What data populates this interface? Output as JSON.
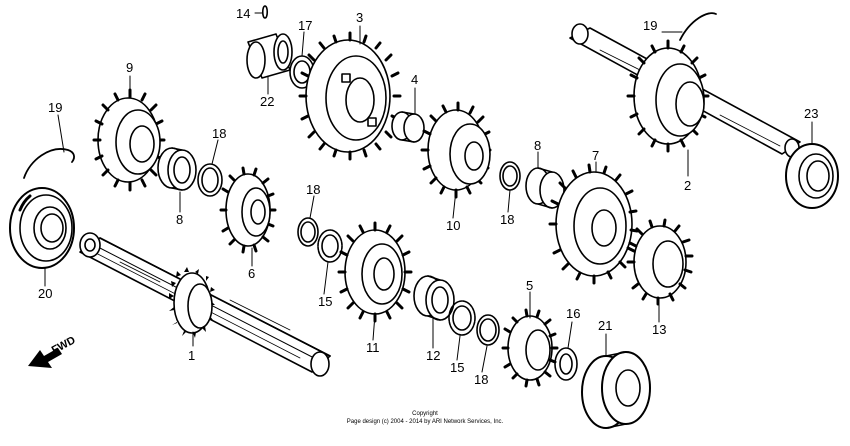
{
  "diagram": {
    "part_callouts": {
      "p1": "1",
      "p2": "2",
      "p3": "3",
      "p4": "4",
      "p5": "5",
      "p6": "6",
      "p7": "7",
      "p8a": "8",
      "p8b": "8",
      "p9": "9",
      "p10": "10",
      "p11": "11",
      "p12": "12",
      "p13": "13",
      "p14": "14",
      "p15a": "15",
      "p15b": "15",
      "p16": "16",
      "p17": "17",
      "p18a": "18",
      "p18b": "18",
      "p18c": "18",
      "p18d": "18",
      "p19a": "19",
      "p19b": "19",
      "p20": "20",
      "p21": "21",
      "p22": "22",
      "p23": "23"
    },
    "forward_label": "FWD",
    "copyright_line1": "Copyright",
    "copyright_line2": "Page design (c) 2004 - 2014 by ARI Network Services, Inc."
  }
}
